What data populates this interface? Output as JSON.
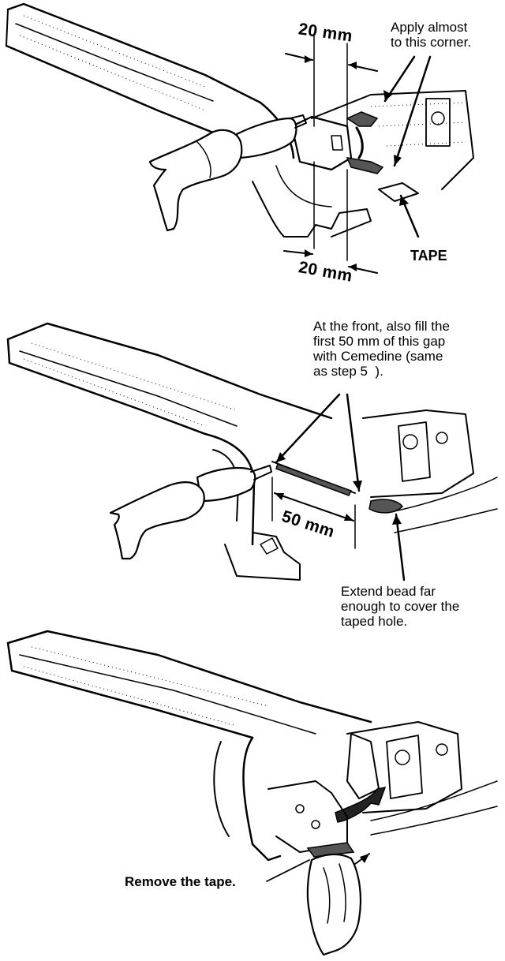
{
  "steps": [
    {
      "labels": {
        "dim_top": "20 mm",
        "dim_bottom": "20 mm",
        "callout_apply": "Apply almost\nto this corner.",
        "callout_tape": "TAPE"
      }
    },
    {
      "labels": {
        "callout_front": "At the front, also fill the\nfirst 50 mm of this gap\nwith Cemedine (same\nas step 5  ).",
        "dim_length": "50 mm",
        "callout_extend": "Extend bead far\nenough to cover the\ntaped hole."
      }
    },
    {
      "labels": {
        "callout_remove": "Remove the tape."
      }
    }
  ]
}
